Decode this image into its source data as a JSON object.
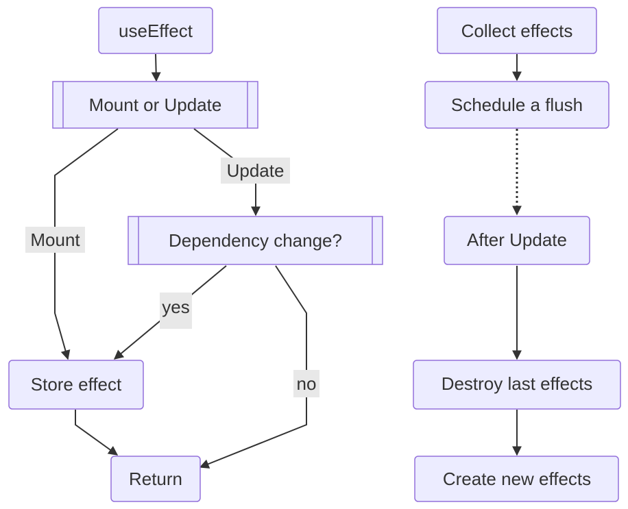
{
  "colors": {
    "node_fill": "#ececff",
    "node_stroke": "#9370db",
    "edge": "#333333",
    "label_background": "#e8e8e8",
    "text": "#333333"
  },
  "nodes": {
    "use_effect": "useEffect",
    "mount_or_update": "Mount or Update",
    "dependency_change": "Dependency change?",
    "store_effect": "Store effect",
    "return": "Return",
    "collect_effects": "Collect effects",
    "schedule_flush": "Schedule a flush",
    "after_update": "After Update",
    "destroy_last_effects": "Destroy last effects",
    "create_new_effects": "Create new effects"
  },
  "edge_labels": {
    "mount": "Mount",
    "update": "Update",
    "yes": "yes",
    "no": "no"
  }
}
